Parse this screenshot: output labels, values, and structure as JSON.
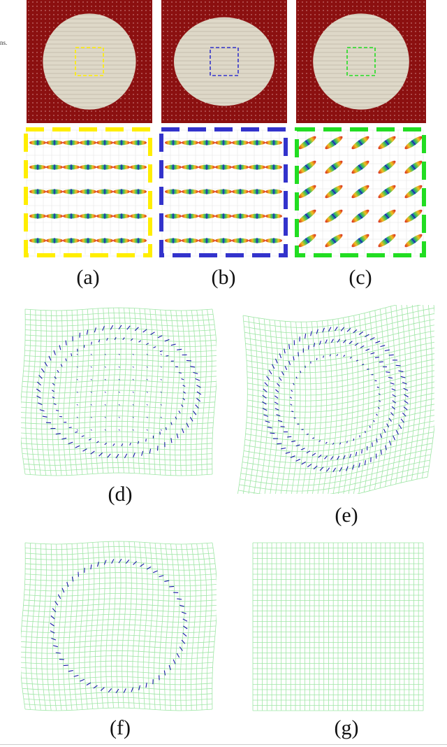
{
  "figure": {
    "cut_text": "ns.",
    "labels": {
      "a": "(a)",
      "b": "(b)",
      "c": "(c)",
      "d": "(d)",
      "e": "(e)",
      "f": "(f)",
      "g": "(g)"
    }
  },
  "colors": {
    "matrix": "#8b1010",
    "inclusion": "#ded8c8",
    "box_a": "#ffee00",
    "box_b": "#3333cc",
    "box_c": "#22dd22",
    "mesh": "#9fe6a6",
    "vector": "#1a1aa8"
  },
  "panels": {
    "top": [
      {
        "id": "a",
        "inclusion": "circle",
        "box_color": "box_a",
        "fiber_angle_deg": 0
      },
      {
        "id": "b",
        "inclusion": "ellipse",
        "box_color": "box_b",
        "fiber_angle_deg": 0
      },
      {
        "id": "c",
        "inclusion": "circle",
        "box_color": "box_c",
        "fiber_angle_deg": -35
      }
    ],
    "mesh": [
      {
        "id": "d",
        "distortion": "barrel",
        "vectors": "ellipse"
      },
      {
        "id": "e",
        "distortion": "shear",
        "vectors": "rotated-circle"
      },
      {
        "id": "f",
        "distortion": "barrel",
        "vectors": "ring"
      },
      {
        "id": "g",
        "distortion": "none",
        "vectors": "none"
      }
    ]
  }
}
